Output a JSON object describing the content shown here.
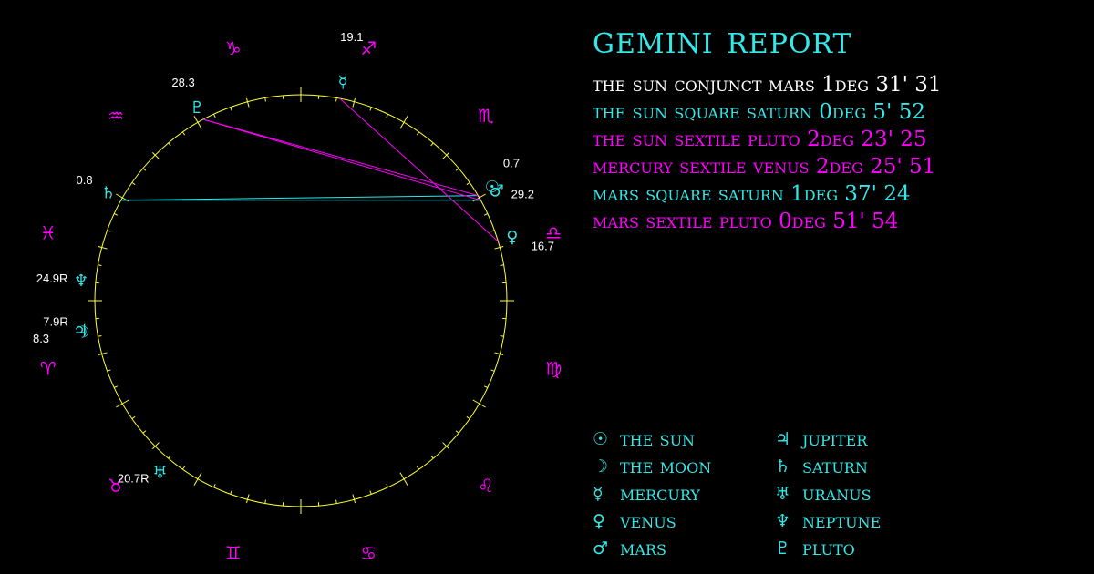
{
  "colors": {
    "background": "#000000",
    "wheel": "#ffff33",
    "zodiac_sign": "#ff00ff",
    "planet": "#33e8e8",
    "label": "#ffffff",
    "conjunction": "#ffffff",
    "square": "#33e8e8",
    "sextile": "#ff00ff"
  },
  "report": {
    "title": "GEMINI REPORT"
  },
  "aspects": [
    {
      "text": "THE SUN CONJUNCT MARS 1DEG 31' 31",
      "type": "conjunction",
      "color": "#ffffff"
    },
    {
      "text": "THE SUN SQUARE SATURN 0DEG 5' 52",
      "type": "square",
      "color": "#33e8e8"
    },
    {
      "text": "THE SUN SEXTILE PLUTO 2DEG 23' 25",
      "type": "sextile",
      "color": "#ff00ff"
    },
    {
      "text": "MERCURY SEXTILE VENUS 2DEG 25' 51",
      "type": "sextile",
      "color": "#ff00ff"
    },
    {
      "text": "MARS SQUARE SATURN 1DEG 37' 24",
      "type": "square",
      "color": "#33e8e8"
    },
    {
      "text": "MARS SEXTILE PLUTO 0DEG 51' 54",
      "type": "sextile",
      "color": "#ff00ff"
    }
  ],
  "legend": {
    "items": [
      {
        "glyph": "☉",
        "icon": "sun-icon",
        "name": "THE SUN"
      },
      {
        "glyph": "☽",
        "icon": "moon-icon",
        "name": "THE MOON"
      },
      {
        "glyph": "☿",
        "icon": "mercury-icon",
        "name": "MERCURY"
      },
      {
        "glyph": "♀",
        "icon": "venus-icon",
        "name": "VENUS"
      },
      {
        "glyph": "♂",
        "icon": "mars-icon",
        "name": "MARS"
      },
      {
        "glyph": "♃",
        "icon": "jupiter-icon",
        "name": "JUPITER"
      },
      {
        "glyph": "♄",
        "icon": "saturn-icon",
        "name": "SATURN"
      },
      {
        "glyph": "♅",
        "icon": "uranus-icon",
        "name": "URANUS"
      },
      {
        "glyph": "♆",
        "icon": "neptune-icon",
        "name": "NEPTUNE"
      },
      {
        "glyph": "♇",
        "icon": "pluto-icon",
        "name": "PLUTO"
      }
    ]
  },
  "chart": {
    "ascendant_sign": "aries",
    "zodiac_signs": [
      {
        "name": "aries",
        "glyph": "♈",
        "icon": "aries-icon"
      },
      {
        "name": "taurus",
        "glyph": "♉",
        "icon": "taurus-icon"
      },
      {
        "name": "gemini",
        "glyph": "♊",
        "icon": "gemini-icon"
      },
      {
        "name": "cancer",
        "glyph": "♋",
        "icon": "cancer-icon"
      },
      {
        "name": "leo",
        "glyph": "♌",
        "icon": "leo-icon"
      },
      {
        "name": "virgo",
        "glyph": "♍",
        "icon": "virgo-icon"
      },
      {
        "name": "libra",
        "glyph": "♎",
        "icon": "libra-icon"
      },
      {
        "name": "scorpio",
        "glyph": "♏",
        "icon": "scorpio-icon"
      },
      {
        "name": "sagittarius",
        "glyph": "♐",
        "icon": "sagittarius-icon"
      },
      {
        "name": "capricorn",
        "glyph": "♑",
        "icon": "capricorn-icon"
      },
      {
        "name": "aquarius",
        "glyph": "♒",
        "icon": "aquarius-icon"
      },
      {
        "name": "pisces",
        "glyph": "♓",
        "icon": "pisces-icon"
      }
    ],
    "planets": [
      {
        "name": "sun",
        "glyph": "☉",
        "icon": "sun-icon",
        "sign": "scorpio",
        "degree": 0.7,
        "label": "0.7"
      },
      {
        "name": "mars",
        "glyph": "♂",
        "icon": "mars-icon",
        "sign": "libra",
        "degree": 29.2,
        "label": "29.2"
      },
      {
        "name": "mercury",
        "glyph": "☿",
        "icon": "mercury-icon",
        "sign": "sagittarius",
        "degree": 19.1,
        "label": "19.1"
      },
      {
        "name": "venus",
        "glyph": "♀",
        "icon": "venus-icon",
        "sign": "libra",
        "degree": 16.7,
        "label": "16.7"
      },
      {
        "name": "pluto",
        "glyph": "♇",
        "icon": "pluto-icon",
        "sign": "capricorn",
        "degree": 28.3,
        "label": "28.3"
      },
      {
        "name": "saturn",
        "glyph": "♄",
        "icon": "saturn-icon",
        "sign": "pisces",
        "degree": 0.8,
        "label": "0.8"
      },
      {
        "name": "neptune",
        "glyph": "♆",
        "icon": "neptune-icon",
        "sign": "pisces",
        "degree": 24.9,
        "label": "24.9R",
        "retrograde": true
      },
      {
        "name": "moon",
        "glyph": "☽",
        "icon": "moon-icon",
        "sign": "aries",
        "degree": 8.3,
        "label": "8.3"
      },
      {
        "name": "jupiter",
        "glyph": "♃",
        "icon": "jupiter-icon",
        "sign": "aries",
        "degree": 7.9,
        "label": "7.9R",
        "retrograde": true
      },
      {
        "name": "uranus",
        "glyph": "♅",
        "icon": "uranus-icon",
        "sign": "taurus",
        "degree": 20.7,
        "label": "20.7R",
        "retrograde": true
      }
    ],
    "aspect_lines": [
      {
        "from": "sun",
        "to": "mars",
        "type": "conjunction"
      },
      {
        "from": "sun",
        "to": "saturn",
        "type": "square"
      },
      {
        "from": "sun",
        "to": "pluto",
        "type": "sextile"
      },
      {
        "from": "mercury",
        "to": "venus",
        "type": "sextile"
      },
      {
        "from": "mars",
        "to": "saturn",
        "type": "square"
      },
      {
        "from": "mars",
        "to": "pluto",
        "type": "sextile"
      }
    ]
  }
}
